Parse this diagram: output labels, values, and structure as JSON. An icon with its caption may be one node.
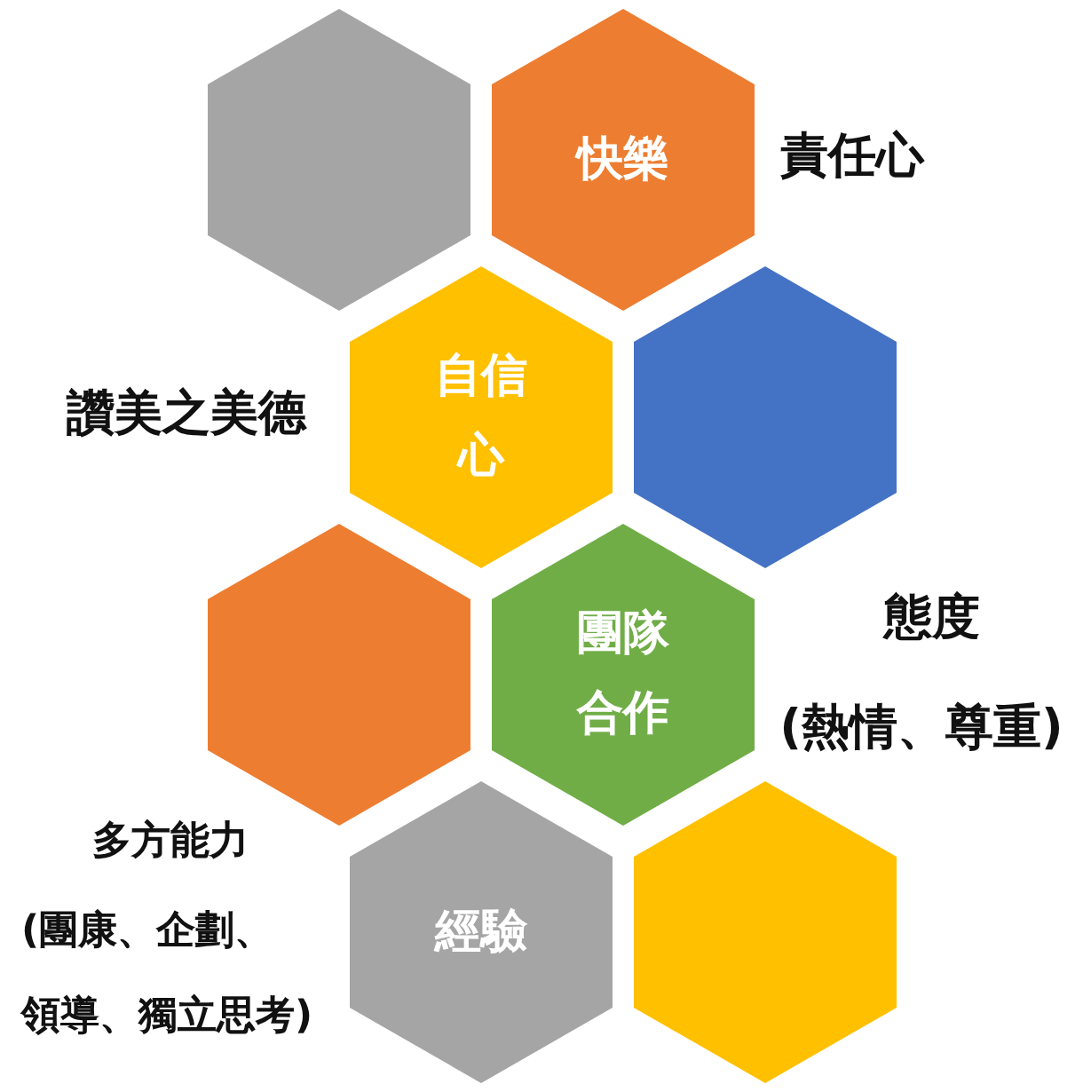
{
  "diagram": {
    "nodes": [
      {
        "text": [],
        "shape": "hexagon"
      },
      {
        "text": [
          "快樂"
        ]
      },
      {
        "text": [
          "自信心"
        ]
      },
      {
        "text": [],
        "shape": "hexagon"
      },
      {
        "text": [],
        "shape": "hexagon"
      },
      {
        "text": [
          "團隊合作"
        ]
      },
      {
        "text": [
          "經驗"
        ]
      },
      {
        "text": [],
        "shape": "hexagon"
      }
    ],
    "labels": [
      "責任心",
      "讚美之美德",
      "態度",
      "(熱情、尊重)",
      "多方能力",
      "(團康、企劃、領導、獨立思考)"
    ]
  }
}
